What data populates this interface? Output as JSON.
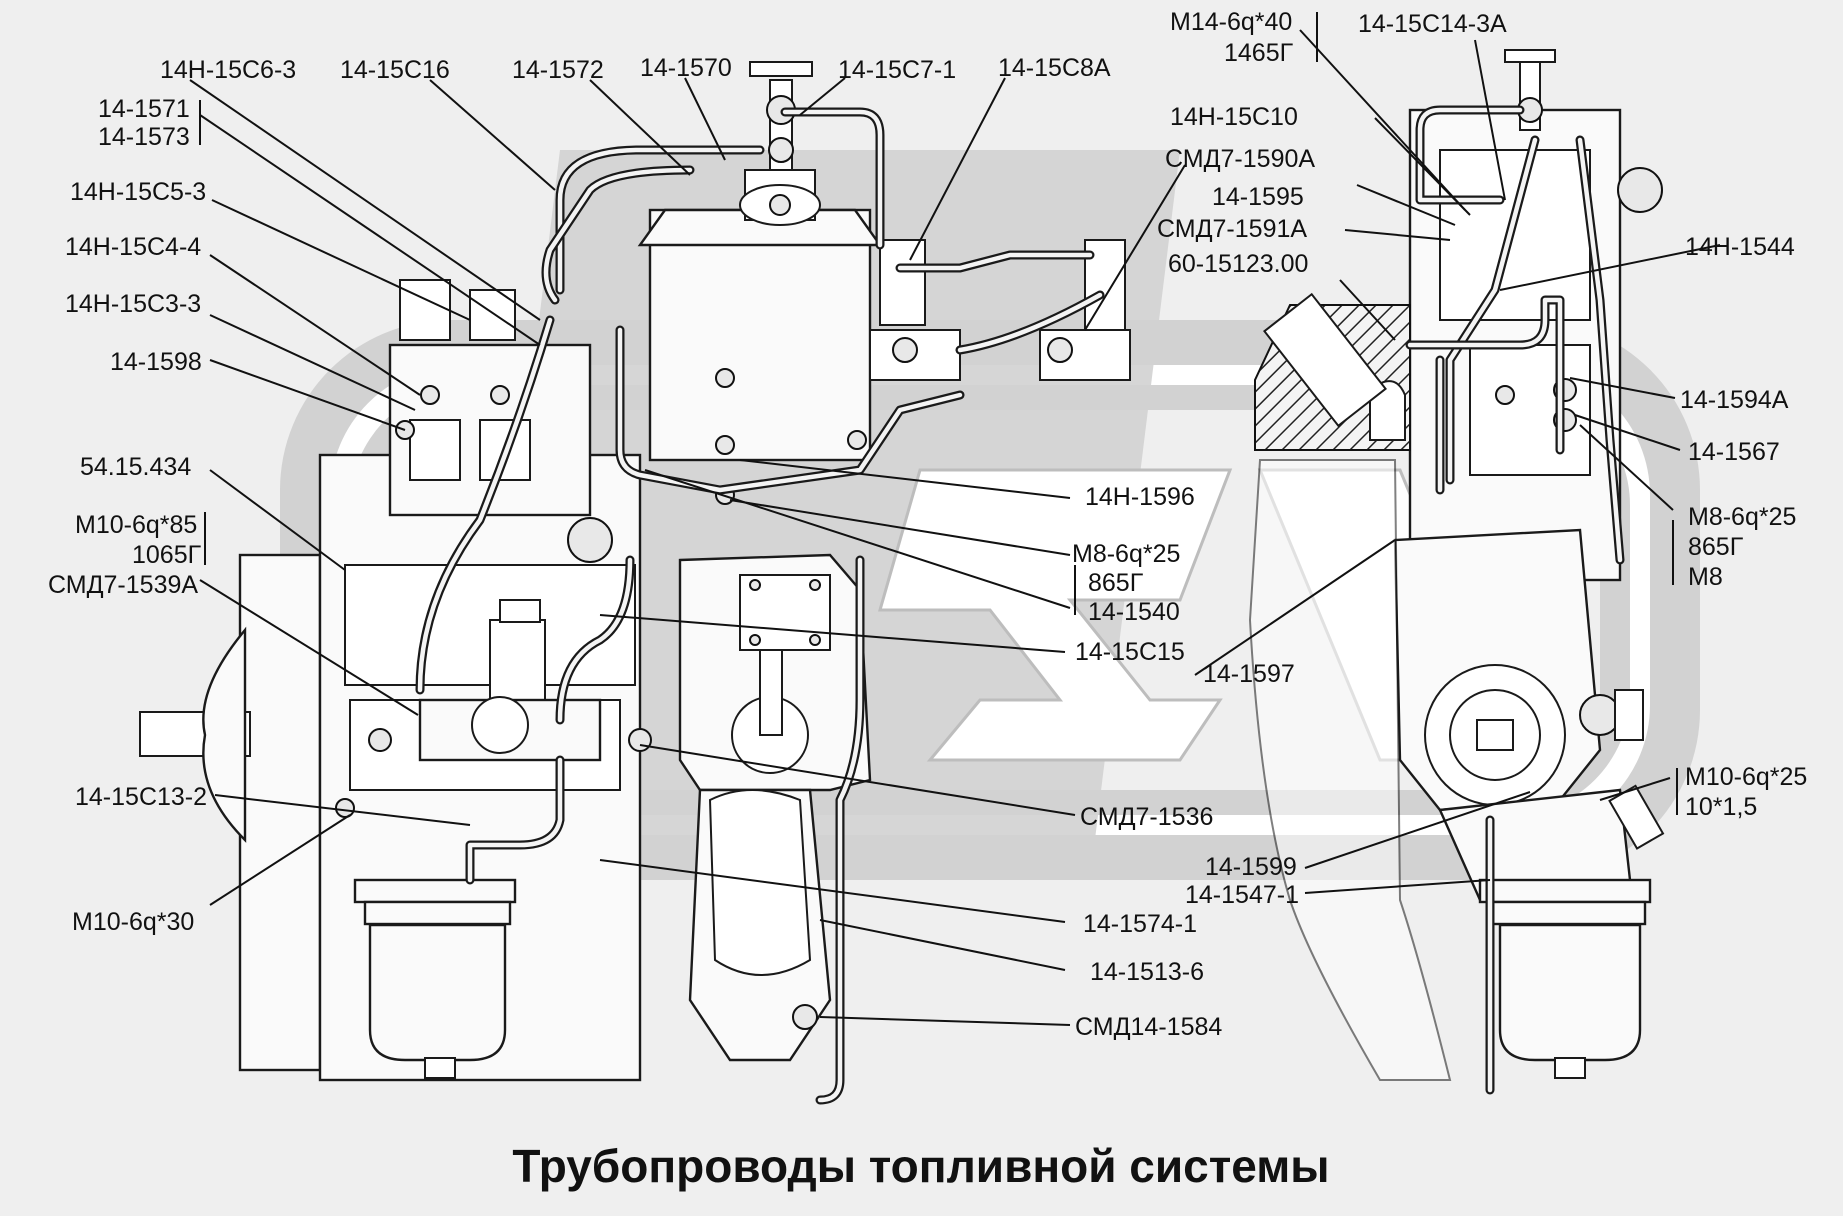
{
  "title": "Трубопроводы топливной системы",
  "labels_left": [
    {
      "id": "l1",
      "text": "14Н-15С6-3"
    },
    {
      "id": "l2",
      "text": "14-15С16"
    },
    {
      "id": "l3",
      "text": "14-1572"
    },
    {
      "id": "l4",
      "text": "14-1570"
    },
    {
      "id": "l5",
      "text": "14-15С7-1"
    },
    {
      "id": "l6",
      "text": "14-15С8А"
    },
    {
      "id": "l7",
      "text": "14-1571"
    },
    {
      "id": "l8",
      "text": "14-1573"
    },
    {
      "id": "l9",
      "text": "14Н-15С5-3"
    },
    {
      "id": "l10",
      "text": "14Н-15С4-4"
    },
    {
      "id": "l11",
      "text": "14Н-15С3-3"
    },
    {
      "id": "l12",
      "text": "14-1598"
    },
    {
      "id": "l13",
      "text": "54.15.434"
    },
    {
      "id": "l14",
      "text": "М10-6q*85"
    },
    {
      "id": "l15",
      "text": "1065Г"
    },
    {
      "id": "l16",
      "text": "СМД7-1539А"
    },
    {
      "id": "l17",
      "text": "14-15С13-2"
    },
    {
      "id": "l18",
      "text": "М10-6q*30"
    }
  ],
  "labels_center": [
    {
      "id": "c1",
      "text": "14Н-1596"
    },
    {
      "id": "c2",
      "text": "М8-6q*25"
    },
    {
      "id": "c3",
      "text": "865Г"
    },
    {
      "id": "c4",
      "text": "14-1540"
    },
    {
      "id": "c5",
      "text": "14-15С15"
    },
    {
      "id": "c6",
      "text": "14-1597"
    },
    {
      "id": "c7",
      "text": "СМД7-1536"
    },
    {
      "id": "c8",
      "text": "14-1574-1"
    },
    {
      "id": "c9",
      "text": "14-1513-6"
    },
    {
      "id": "c10",
      "text": "СМД14-1584"
    }
  ],
  "labels_right": [
    {
      "id": "r1",
      "text": "М14-6q*40"
    },
    {
      "id": "r2",
      "text": "1465Г"
    },
    {
      "id": "r3",
      "text": "14-15С14-3А"
    },
    {
      "id": "r4",
      "text": "14Н-15С10"
    },
    {
      "id": "r5",
      "text": "СМД7-1590А"
    },
    {
      "id": "r6",
      "text": "14-1595"
    },
    {
      "id": "r7",
      "text": "СМД7-1591А"
    },
    {
      "id": "r8",
      "text": "60-15123.00"
    },
    {
      "id": "r9",
      "text": "14Н-1544"
    },
    {
      "id": "r10",
      "text": "14-1594А"
    },
    {
      "id": "r11",
      "text": "14-1567"
    },
    {
      "id": "r12",
      "text": "М8-6q*25"
    },
    {
      "id": "r13",
      "text": "865Г"
    },
    {
      "id": "r14",
      "text": "М8"
    },
    {
      "id": "r15",
      "text": "М10-6q*25"
    },
    {
      "id": "r16",
      "text": "10*1,5"
    },
    {
      "id": "r17",
      "text": "14-1599"
    },
    {
      "id": "r18",
      "text": "14-1547-1"
    }
  ],
  "colors": {
    "background": "#efefef",
    "watermark": "#d2d2d2",
    "ink": "#111111"
  }
}
